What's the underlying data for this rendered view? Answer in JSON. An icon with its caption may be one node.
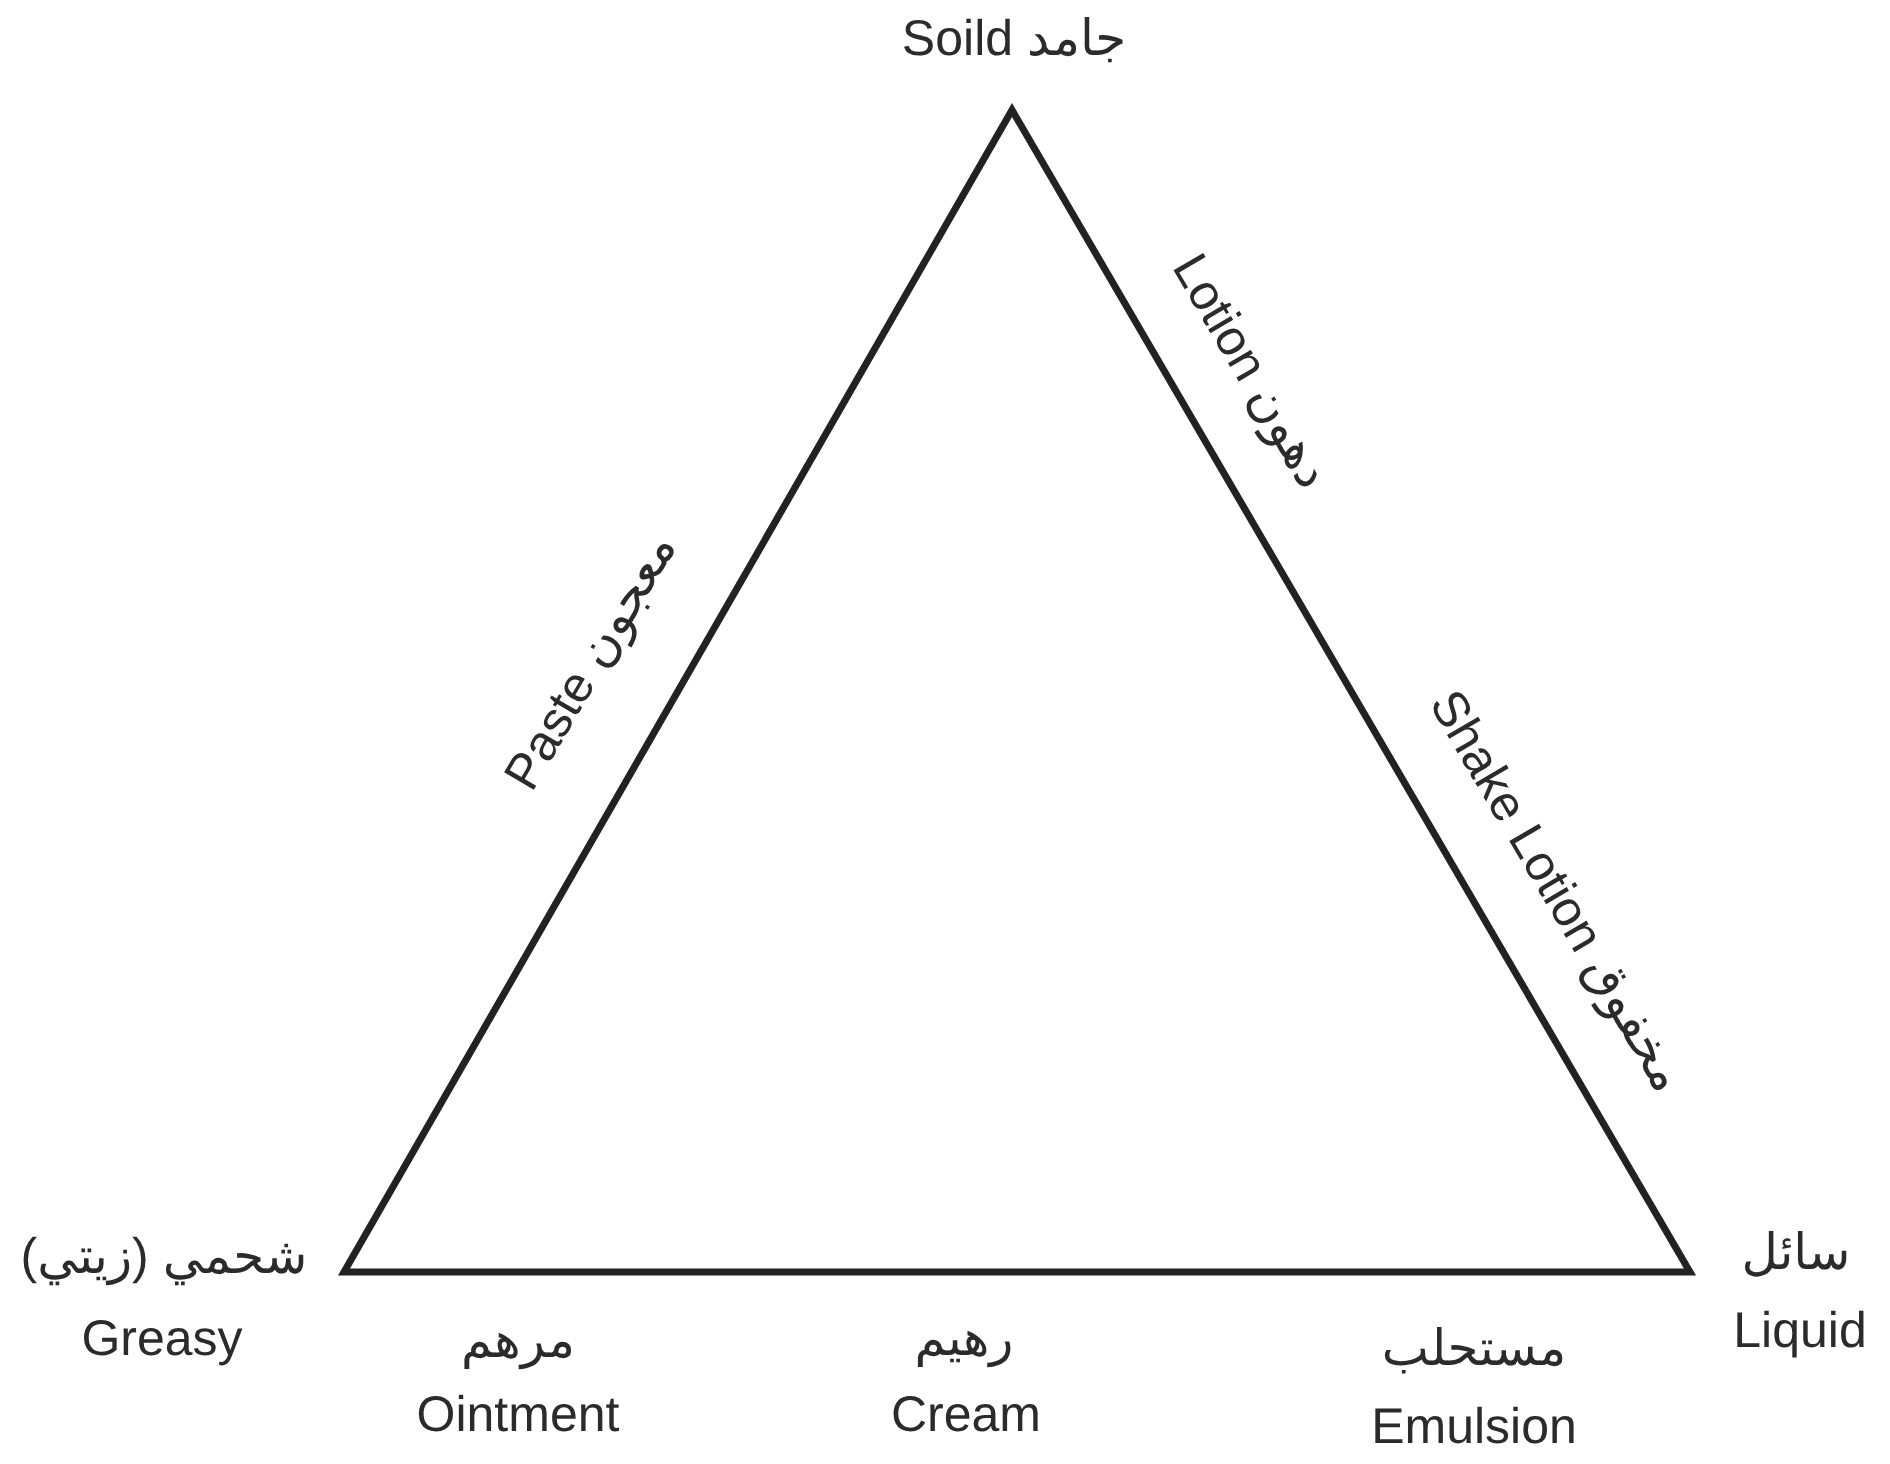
{
  "diagram": {
    "labels": [
      "Soild جامد",
      "Lotion دهون",
      "Paste معجون",
      "Shake Lotion مخفوق",
      "شحمي (زيتي)",
      "سائل",
      "Greasy",
      "مرهم",
      "رهيم",
      "مستحلب",
      "Liquid",
      "Ointment",
      "Cream",
      "Emulsion"
    ]
  }
}
